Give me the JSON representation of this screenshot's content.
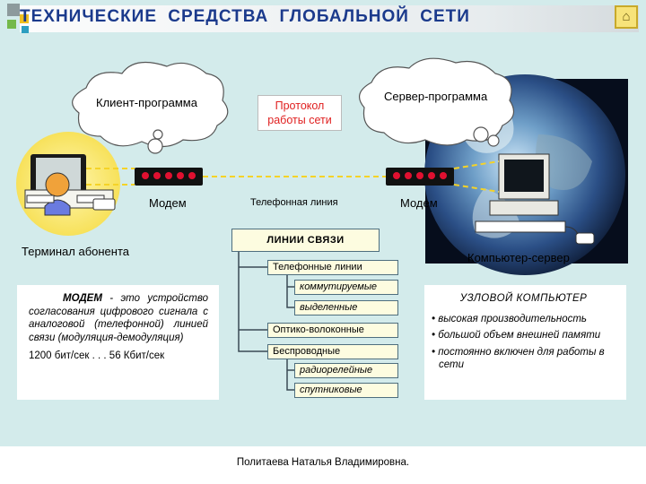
{
  "title": "ТЕХНИЧЕСКИЕ СРЕДСТВА ГЛОБАЛЬНОЙ СЕТИ",
  "home_icon": "home-icon",
  "clouds": {
    "client": "Клиент-программа",
    "server": "Сервер-программа"
  },
  "protocol": {
    "line1": "Протокол",
    "line2": "работы сети"
  },
  "labels": {
    "modem_left": "Модем",
    "modem_right": "Модем",
    "telephone_line": "Телефонная линия",
    "terminal": "Терминал абонента",
    "server_computer": "Компьютер-сервер"
  },
  "lines": {
    "header": "ЛИНИИ СВЯЗИ",
    "telephone": "Телефонные линии",
    "switched": "коммутируемые",
    "dedicated": "выделенные",
    "fiber": "Оптико-волоконные",
    "wireless": "Беспроводные",
    "radio_relay": "радиорелейные",
    "satellite": "спутниковые"
  },
  "modem_info": {
    "term": "МОДЕМ",
    "definition": " - это устройство согласования цифрового сигнала с аналоговой (телефонной) линией связи (модуляция-демодуляция)",
    "speed": "1200 бит/сек . . . 56 Кбит/сек"
  },
  "node_info": {
    "title": "УЗЛОВОЙ КОМПЬЮТЕР",
    "items": [
      "• высокая производительность",
      "• большой объем внешней памяти",
      "• постоянно включен для работы в сети"
    ]
  },
  "author": "Политаева Наталья Владимировна.",
  "colors": {
    "slide_bg": "#d3ebeb",
    "title_text": "#1b3a8c",
    "protocol_text": "#e02020",
    "led": "#e01030",
    "box_fill": "#fdfce0"
  }
}
